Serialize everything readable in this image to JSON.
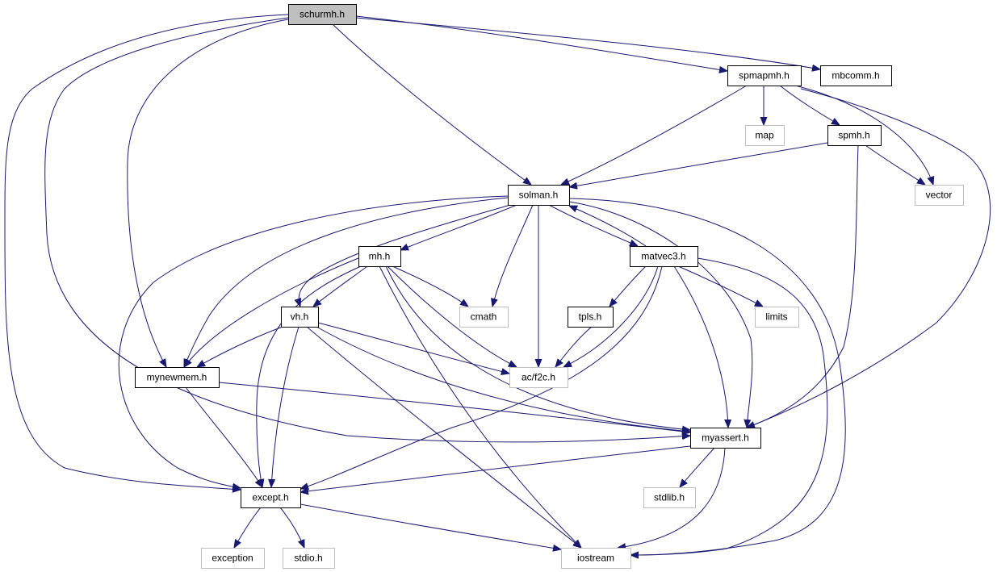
{
  "diagram": {
    "type": "include-dependency-graph",
    "colors": {
      "edge": "#191970",
      "root_fill": "#bfbfbf",
      "local_border": "#000000",
      "system_border": "#bfbfbf"
    },
    "nodes": [
      {
        "id": "schurmh",
        "label": "schurmh.h",
        "kind": "root"
      },
      {
        "id": "spmapmh",
        "label": "spmapmh.h",
        "kind": "local"
      },
      {
        "id": "mbcomm",
        "label": "mbcomm.h",
        "kind": "local"
      },
      {
        "id": "map",
        "label": "map",
        "kind": "system"
      },
      {
        "id": "spmh",
        "label": "spmh.h",
        "kind": "local"
      },
      {
        "id": "vector",
        "label": "vector",
        "kind": "system"
      },
      {
        "id": "solman",
        "label": "solman.h",
        "kind": "local"
      },
      {
        "id": "mh",
        "label": "mh.h",
        "kind": "local"
      },
      {
        "id": "matvec3",
        "label": "matvec3.h",
        "kind": "local"
      },
      {
        "id": "vh",
        "label": "vh.h",
        "kind": "local"
      },
      {
        "id": "cmath",
        "label": "cmath",
        "kind": "system"
      },
      {
        "id": "tpls",
        "label": "tpls.h",
        "kind": "local"
      },
      {
        "id": "limits",
        "label": "limits",
        "kind": "system"
      },
      {
        "id": "mynewmem",
        "label": "mynewmem.h",
        "kind": "local"
      },
      {
        "id": "f2c",
        "label": "ac/f2c.h",
        "kind": "system"
      },
      {
        "id": "myassert",
        "label": "myassert.h",
        "kind": "local"
      },
      {
        "id": "except",
        "label": "except.h",
        "kind": "local"
      },
      {
        "id": "stdlib",
        "label": "stdlib.h",
        "kind": "system"
      },
      {
        "id": "exception",
        "label": "exception",
        "kind": "system"
      },
      {
        "id": "stdio",
        "label": "stdio.h",
        "kind": "system"
      },
      {
        "id": "iostream",
        "label": "iostream",
        "kind": "system"
      }
    ],
    "edges": [
      {
        "from": "schurmh",
        "to": "spmapmh"
      },
      {
        "from": "schurmh",
        "to": "mbcomm"
      },
      {
        "from": "schurmh",
        "to": "solman"
      },
      {
        "from": "schurmh",
        "to": "mynewmem"
      },
      {
        "from": "schurmh",
        "to": "myassert"
      },
      {
        "from": "schurmh",
        "to": "except"
      },
      {
        "from": "spmapmh",
        "to": "map"
      },
      {
        "from": "spmapmh",
        "to": "spmh"
      },
      {
        "from": "spmapmh",
        "to": "vector"
      },
      {
        "from": "spmapmh",
        "to": "solman"
      },
      {
        "from": "spmapmh",
        "to": "myassert"
      },
      {
        "from": "spmh",
        "to": "solman"
      },
      {
        "from": "spmh",
        "to": "vector"
      },
      {
        "from": "spmh",
        "to": "myassert"
      },
      {
        "from": "solman",
        "to": "mh"
      },
      {
        "from": "solman",
        "to": "matvec3"
      },
      {
        "from": "solman",
        "to": "vh"
      },
      {
        "from": "solman",
        "to": "cmath"
      },
      {
        "from": "solman",
        "to": "f2c"
      },
      {
        "from": "solman",
        "to": "mynewmem"
      },
      {
        "from": "solman",
        "to": "myassert"
      },
      {
        "from": "solman",
        "to": "except"
      },
      {
        "from": "solman",
        "to": "iostream"
      },
      {
        "from": "matvec3",
        "to": "solman"
      },
      {
        "from": "matvec3",
        "to": "tpls"
      },
      {
        "from": "matvec3",
        "to": "limits"
      },
      {
        "from": "matvec3",
        "to": "f2c"
      },
      {
        "from": "matvec3",
        "to": "myassert"
      },
      {
        "from": "matvec3",
        "to": "except"
      },
      {
        "from": "matvec3",
        "to": "iostream"
      },
      {
        "from": "mh",
        "to": "vh"
      },
      {
        "from": "mh",
        "to": "cmath"
      },
      {
        "from": "mh",
        "to": "f2c"
      },
      {
        "from": "mh",
        "to": "mynewmem"
      },
      {
        "from": "mh",
        "to": "myassert"
      },
      {
        "from": "mh",
        "to": "except"
      },
      {
        "from": "mh",
        "to": "iostream"
      },
      {
        "from": "vh",
        "to": "mynewmem"
      },
      {
        "from": "vh",
        "to": "f2c"
      },
      {
        "from": "vh",
        "to": "myassert"
      },
      {
        "from": "vh",
        "to": "except"
      },
      {
        "from": "vh",
        "to": "iostream"
      },
      {
        "from": "tpls",
        "to": "f2c"
      },
      {
        "from": "mynewmem",
        "to": "myassert"
      },
      {
        "from": "mynewmem",
        "to": "except"
      },
      {
        "from": "myassert",
        "to": "except"
      },
      {
        "from": "myassert",
        "to": "stdlib"
      },
      {
        "from": "myassert",
        "to": "iostream"
      },
      {
        "from": "except",
        "to": "exception"
      },
      {
        "from": "except",
        "to": "stdio"
      },
      {
        "from": "except",
        "to": "iostream"
      }
    ]
  }
}
